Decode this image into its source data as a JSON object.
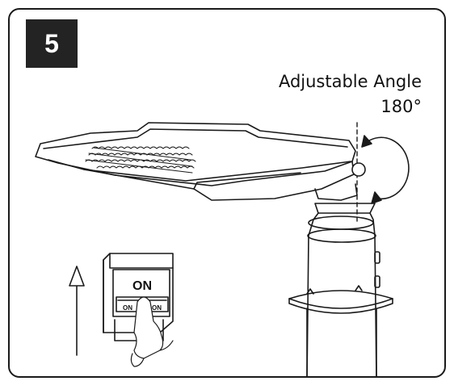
{
  "step": {
    "number": "5"
  },
  "caption": {
    "line1": "Adjustable Angle",
    "line2": "180°"
  },
  "switch": {
    "main_label": "ON",
    "left_label": "ON",
    "right_label": "ON"
  },
  "colors": {
    "badge_background": "#232323",
    "line": "#1a1a1a"
  }
}
